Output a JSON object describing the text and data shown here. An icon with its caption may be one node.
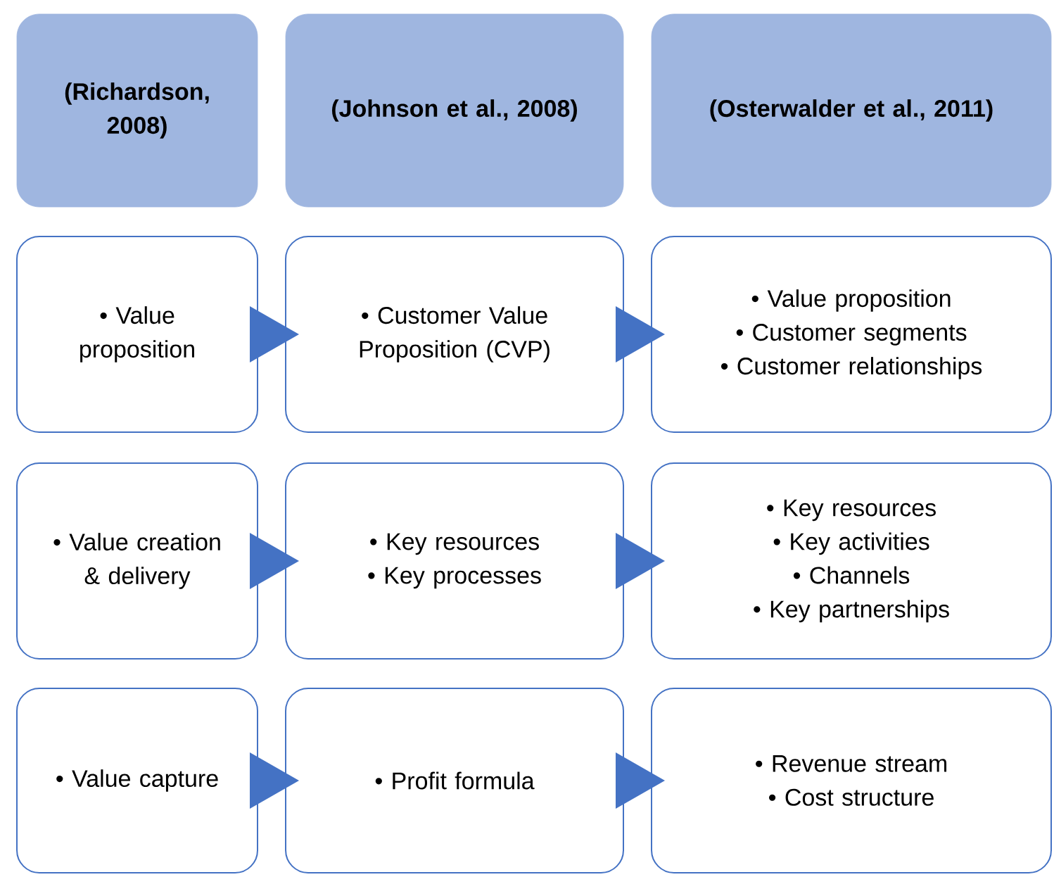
{
  "diagram": {
    "nodes": [
      {
        "text": [
          "(Richardson, 2008)"
        ]
      },
      {
        "text": [
          "(Johnson et al., 2008)"
        ]
      },
      {
        "text": [
          "(Osterwalder et al., 2011)"
        ]
      },
      {
        "text": [
          "• Value proposition"
        ]
      },
      {
        "text": [
          "• Customer Value Proposition (CVP)"
        ]
      },
      {
        "text": [
          "• Value proposition",
          "• Customer segments",
          "• Customer relationships"
        ]
      },
      {
        "text": [
          "• Value creation & delivery"
        ]
      },
      {
        "text": [
          "• Key resources",
          "• Key processes"
        ]
      },
      {
        "text": [
          "• Key resources",
          "• Key activities",
          "• Channels",
          "• Key partnerships"
        ]
      },
      {
        "text": [
          "• Value capture"
        ]
      },
      {
        "text": [
          "• Profit formula"
        ]
      },
      {
        "text": [
          "• Revenue stream",
          "• Cost structure"
        ]
      }
    ],
    "edges": [
      {
        "from": 3,
        "to": 4,
        "arrow": "to"
      },
      {
        "from": 4,
        "to": 5,
        "arrow": "to"
      },
      {
        "from": 6,
        "to": 7,
        "arrow": "to"
      },
      {
        "from": 7,
        "to": 8,
        "arrow": "to"
      },
      {
        "from": 9,
        "to": 10,
        "arrow": "to"
      },
      {
        "from": 10,
        "to": 11,
        "arrow": "to"
      }
    ]
  }
}
